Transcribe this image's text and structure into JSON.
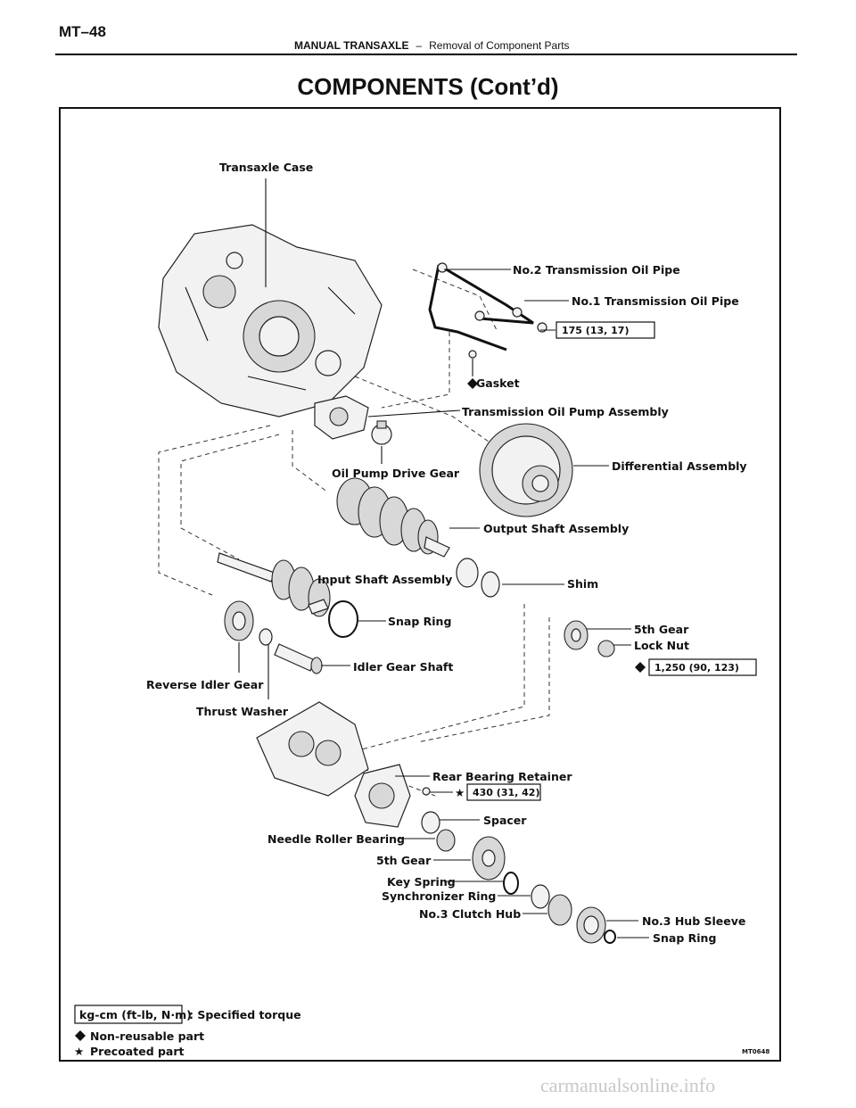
{
  "header": {
    "page_number": "MT–48",
    "section": "MANUAL TRANSAXLE",
    "separator": "–",
    "subsection": "Removal of Component Parts"
  },
  "title": "COMPONENTS (Cont’d)",
  "parts": {
    "transaxle_case": "Transaxle Case",
    "no2_oil_pipe": "No.2 Transmission Oil Pipe",
    "no1_oil_pipe": "No.1 Transmission Oil Pipe",
    "gasket": "Gasket",
    "oil_pump_assembly": "Transmission Oil Pump Assembly",
    "oil_pump_drive_gear": "Oil Pump Drive Gear",
    "differential_assembly": "Differential Assembly",
    "output_shaft_assembly": "Output Shaft Assembly",
    "input_shaft_assembly": "Input Shaft Assembly",
    "shim": "Shim",
    "snap_ring_1": "Snap Ring",
    "fifth_gear_1": "5th Gear",
    "lock_nut": "Lock Nut",
    "idler_gear_shaft": "Idler Gear Shaft",
    "reverse_idler_gear": "Reverse Idler Gear",
    "thrust_washer": "Thrust Washer",
    "rear_bearing_retainer": "Rear Bearing Retainer",
    "spacer": "Spacer",
    "needle_roller_bearing": "Needle Roller Bearing",
    "fifth_gear_2": "5th Gear",
    "key_spring": "Key Spring",
    "synchronizer_ring": "Synchronizer Ring",
    "no3_clutch_hub": "No.3 Clutch Hub",
    "no3_hub_sleeve": "No.3 Hub Sleeve",
    "snap_ring_2": "Snap Ring"
  },
  "torques": {
    "oil_pipe_bolt": "175 (13, 17)",
    "lock_nut": "1,250 (90, 123)",
    "retainer_bolt": "430 (31, 42)"
  },
  "legend": {
    "unit_box": "kg-cm (ft-lb, N·m)",
    "specified_torque": ": Specified torque",
    "non_reusable": "Non-reusable part",
    "precoated": "Precoated part"
  },
  "figure_code": "MT0648",
  "footer_watermark": "carmanualsonline.info"
}
